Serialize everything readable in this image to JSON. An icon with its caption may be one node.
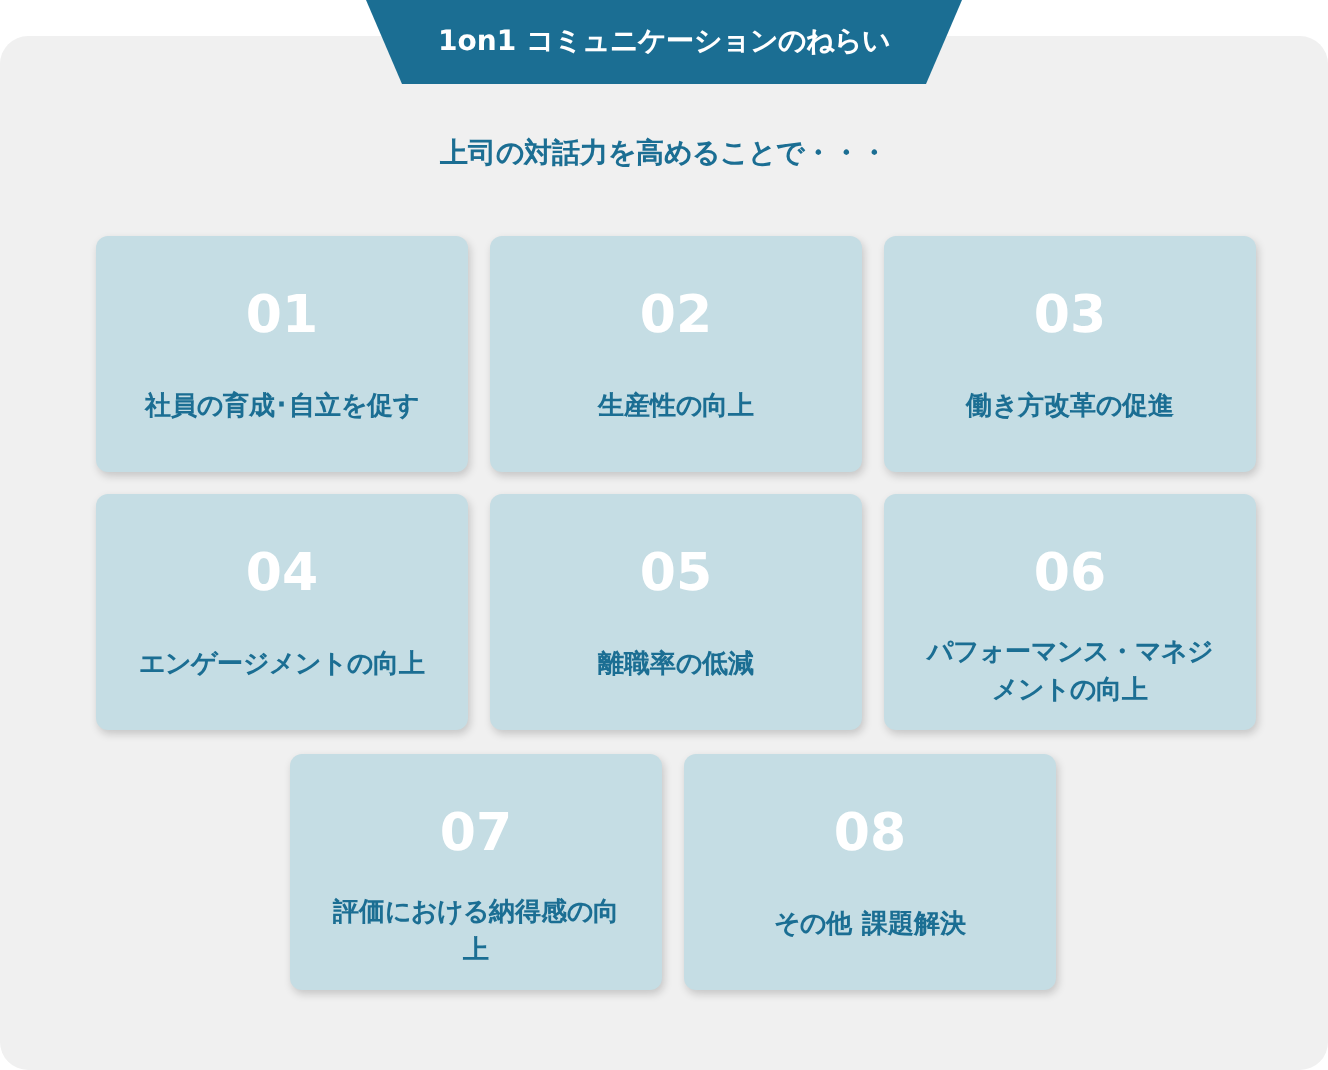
{
  "diagram": {
    "title": "1on1 コミュニケーションのねらい",
    "nodes": [
      {
        "text": [
          "上司の対話力を高めることで・・・"
        ]
      },
      {
        "text": [
          "01",
          "社員の育成･自立を促す"
        ],
        "in": 0
      },
      {
        "text": [
          "02",
          "生産性の向上"
        ],
        "in": 0
      },
      {
        "text": [
          "03",
          "働き方改革の促進"
        ],
        "in": 0
      },
      {
        "text": [
          "04",
          "エンゲージメントの向上"
        ],
        "in": 0
      },
      {
        "text": [
          "05",
          "離職率の低減"
        ],
        "in": 0
      },
      {
        "text": [
          "06",
          "パフォーマンス・マネジメントの向上"
        ],
        "in": 0
      },
      {
        "text": [
          "07",
          "評価における納得感の向上"
        ],
        "in": 0
      },
      {
        "text": [
          "08",
          "その他 課題解決"
        ],
        "in": 0
      }
    ],
    "edges": []
  }
}
